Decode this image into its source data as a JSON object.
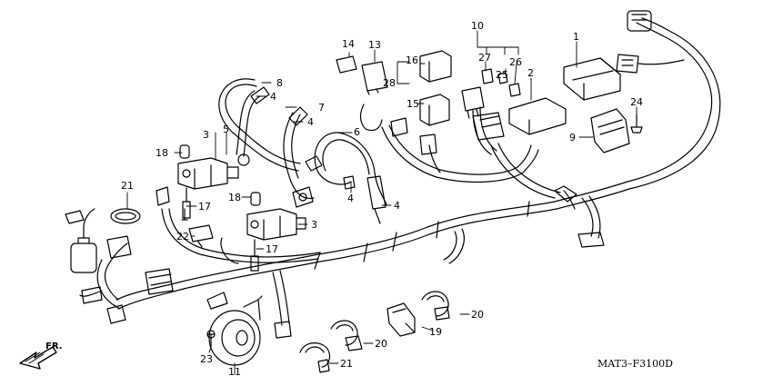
{
  "diagram": {
    "part_code": "MAT3–F3100D",
    "direction_label": "FR.",
    "callouts": [
      {
        "id": "c1",
        "label": "1"
      },
      {
        "id": "c2",
        "label": "2"
      },
      {
        "id": "c3a",
        "label": "3"
      },
      {
        "id": "c3b",
        "label": "3"
      },
      {
        "id": "c4a",
        "label": "4"
      },
      {
        "id": "c4b",
        "label": "4"
      },
      {
        "id": "c4c",
        "label": "4"
      },
      {
        "id": "c4d",
        "label": "4"
      },
      {
        "id": "c5",
        "label": "5"
      },
      {
        "id": "c6",
        "label": "6"
      },
      {
        "id": "c7",
        "label": "7"
      },
      {
        "id": "c8",
        "label": "8"
      },
      {
        "id": "c9",
        "label": "9"
      },
      {
        "id": "c10",
        "label": "10"
      },
      {
        "id": "c11",
        "label": "11"
      },
      {
        "id": "c13",
        "label": "13"
      },
      {
        "id": "c14",
        "label": "14"
      },
      {
        "id": "c15",
        "label": "15"
      },
      {
        "id": "c16",
        "label": "16"
      },
      {
        "id": "c17a",
        "label": "17"
      },
      {
        "id": "c17b",
        "label": "17"
      },
      {
        "id": "c18a",
        "label": "18"
      },
      {
        "id": "c18b",
        "label": "18"
      },
      {
        "id": "c19",
        "label": "19"
      },
      {
        "id": "c20a",
        "label": "20"
      },
      {
        "id": "c20b",
        "label": "20"
      },
      {
        "id": "c21a",
        "label": "21"
      },
      {
        "id": "c21b",
        "label": "21"
      },
      {
        "id": "c22",
        "label": "22"
      },
      {
        "id": "c23",
        "label": "23"
      },
      {
        "id": "c24",
        "label": "24"
      },
      {
        "id": "c25",
        "label": "25"
      },
      {
        "id": "c26",
        "label": "26"
      },
      {
        "id": "c27",
        "label": "27"
      },
      {
        "id": "c28",
        "label": "28"
      }
    ]
  }
}
